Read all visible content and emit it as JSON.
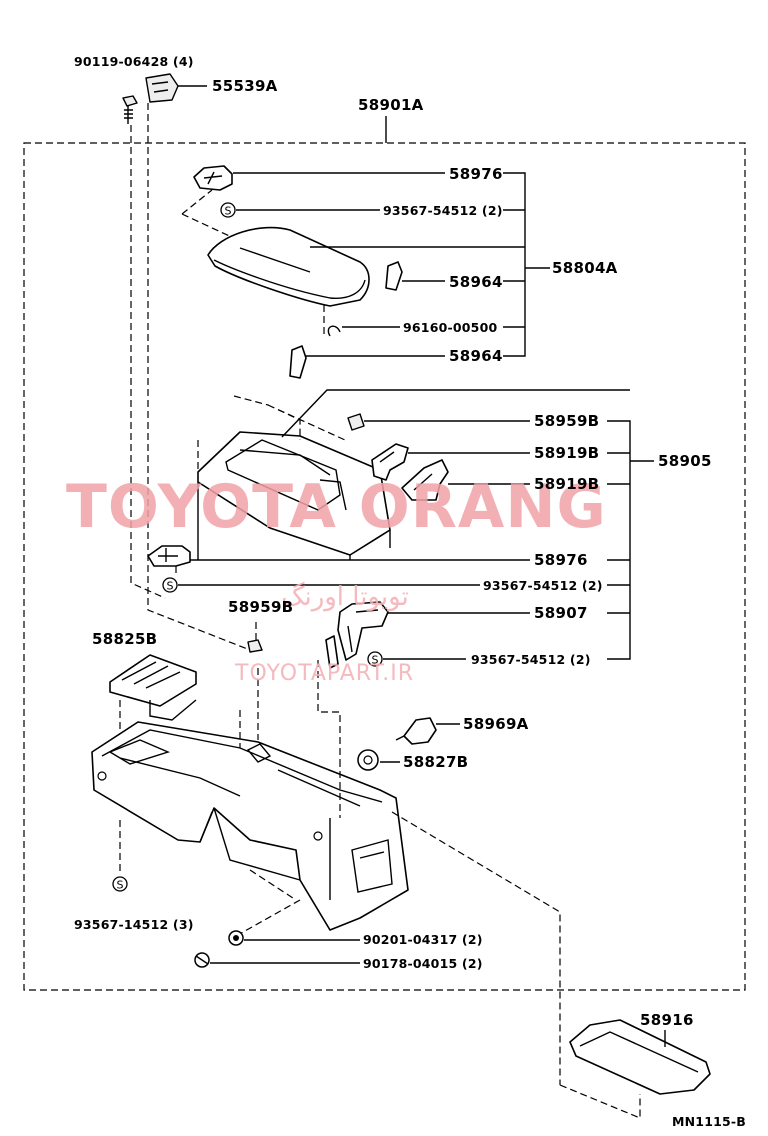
{
  "watermark": {
    "brand": "TOYOTA ORANG",
    "persian": "تویوتا اورنگ",
    "site": "TOYOTAPART.IR"
  },
  "diagram_code": "MN1115-B",
  "symbol_s": "S",
  "labels": {
    "p90119": "90119-06428 (4)",
    "p55539A": "55539A",
    "p58901A": "58901A",
    "p58976_top": "58976",
    "p93567_top": "93567-54512 (2)",
    "p58804A": "58804A",
    "p58964_a": "58964",
    "p96160": "96160-00500",
    "p58964_b": "58964",
    "p58959B_r": "58959B",
    "p58919B_a": "58919B",
    "p58905": "58905",
    "p58919B_b": "58919B",
    "p58976_mid": "58976",
    "p93567_mid": "93567-54512 (2)",
    "p58959B_l": "58959B",
    "p58907": "58907",
    "p58825B": "58825B",
    "p93567_low": "93567-54512 (2)",
    "p58969A": "58969A",
    "p58827B": "58827B",
    "p93567_14512": "93567-14512 (3)",
    "p90201": "90201-04317 (2)",
    "p90178": "90178-04015 (2)",
    "p58916": "58916"
  }
}
